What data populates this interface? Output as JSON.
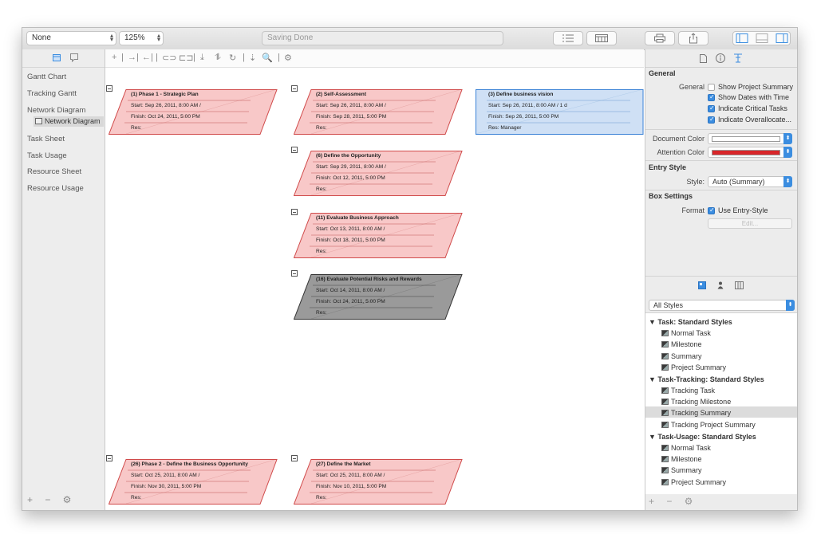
{
  "toolbar": {
    "view_select": "None",
    "zoom": "125%",
    "status": "Saving Done"
  },
  "sidebar": {
    "items": [
      {
        "label": "Gantt Chart"
      },
      {
        "label": "Tracking Gantt"
      },
      {
        "label": "Network Diagram"
      },
      {
        "label": "Task Sheet"
      },
      {
        "label": "Task Usage"
      },
      {
        "label": "Resource Sheet"
      },
      {
        "label": "Resource Usage"
      }
    ],
    "sub_item": "Network Diagram",
    "footer": "+ − ⚙"
  },
  "canvas_toolbar": {
    "icons": [
      "+",
      "|",
      "→|",
      "←|",
      "|",
      "⊂⊃",
      "⊏⊐",
      "|",
      "⤓",
      "⥮",
      "↻",
      "|",
      "⇣",
      "🔍",
      "|",
      "⚙"
    ]
  },
  "nodes": [
    {
      "title": "(1) Phase 1 - Strategic Plan",
      "start": "Start: Sep 26, 2011, 8:00 AM /",
      "finish": "Finish: Oct 24, 2011, 5:00 PM",
      "res": "Res:",
      "style": "critical"
    },
    {
      "title": "(2) Self-Assessment",
      "start": "Start: Sep 26, 2011, 8:00 AM /",
      "finish": "Finish: Sep 28, 2011, 5:00 PM",
      "res": "Res:",
      "style": "critical"
    },
    {
      "title": "(3) Define business vision",
      "start": "Start: Sep 26, 2011, 8:00 AM / 1 d",
      "finish": "Finish: Sep 26, 2011, 5:00 PM",
      "res": "Res: Manager",
      "style": "selected"
    },
    {
      "title": "(6) Define the Opportunity",
      "start": "Start: Sep 29, 2011, 8:00 AM /",
      "finish": "Finish: Oct 12, 2011, 5:00 PM",
      "res": "Res:",
      "style": "critical"
    },
    {
      "title": "(11) Evaluate Business Approach",
      "start": "Start: Oct 13, 2011, 8:00 AM /",
      "finish": "Finish: Oct 18, 2011, 5:00 PM",
      "res": "Res:",
      "style": "critical"
    },
    {
      "title": "(16) Evaluate Potential Risks and Rewards",
      "start": "Start: Oct 14, 2011, 8:00 AM /",
      "finish": "Finish: Oct 24, 2011, 5:00 PM",
      "res": "Res:",
      "style": "gray"
    },
    {
      "title": "(26) Phase 2 - Define the Business Opportunity",
      "start": "Start: Oct 25, 2011, 8:00 AM /",
      "finish": "Finish: Nov 30, 2011, 5:00 PM",
      "res": "Res:",
      "style": "critical"
    },
    {
      "title": "(27) Define the Market",
      "start": "Start: Oct 25, 2011, 8:00 AM /",
      "finish": "Finish: Nov 10, 2011, 5:00 PM",
      "res": "Res:",
      "style": "critical"
    }
  ],
  "inspector": {
    "general_title": "General",
    "general_label": "General",
    "checkboxes": [
      {
        "label": "Show Project Summary",
        "checked": false
      },
      {
        "label": "Show Dates with Time",
        "checked": true
      },
      {
        "label": "Indicate Critical Tasks",
        "checked": true
      },
      {
        "label": "Indicate Overallocate...",
        "checked": true
      }
    ],
    "document_color_label": "Document Color",
    "attention_color_label": "Attention Color",
    "attention_color": "#d8262a",
    "entry_style_title": "Entry Style",
    "style_label": "Style:",
    "style_value": "Auto (Summary)",
    "box_settings_title": "Box Settings",
    "format_label": "Format",
    "use_entry_style": "Use Entry-Style",
    "edit_button": "Edit...",
    "filter_value": "All Styles",
    "groups": [
      {
        "name": "Task: Standard Styles",
        "items": [
          "Normal Task",
          "Milestone",
          "Summary",
          "Project Summary"
        ]
      },
      {
        "name": "Task-Tracking: Standard Styles",
        "items": [
          "Tracking Task",
          "Tracking Milestone",
          "Tracking Summary",
          "Tracking Project Summary"
        ]
      },
      {
        "name": "Task-Usage: Standard Styles",
        "items": [
          "Normal Task",
          "Milestone",
          "Summary",
          "Project Summary"
        ]
      }
    ],
    "footer": "+ − ⚙"
  }
}
